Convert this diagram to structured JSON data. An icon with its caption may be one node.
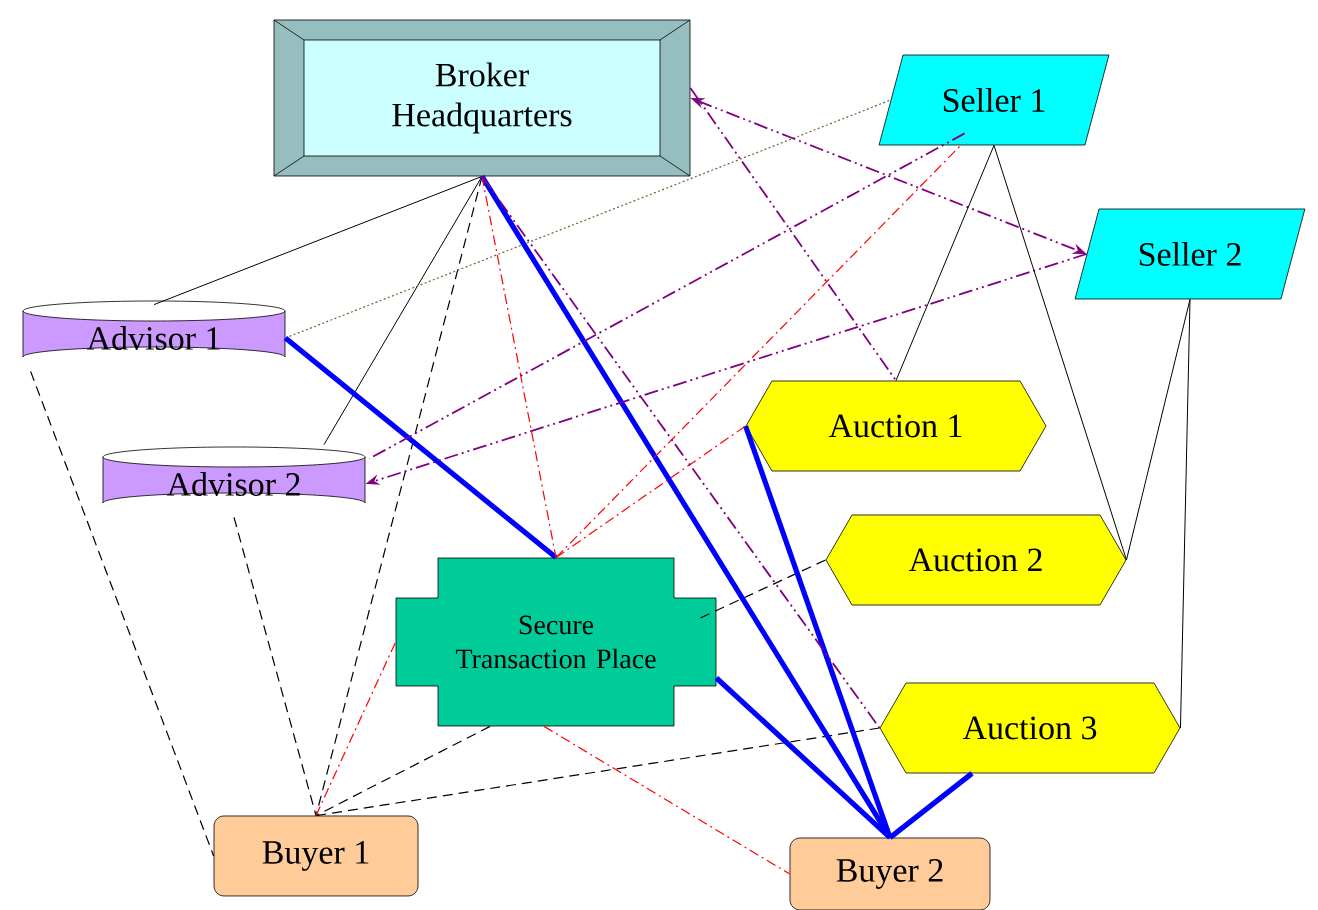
{
  "diagram": {
    "nodes": [
      {
        "text": [
          "Broker Headquarters"
        ]
      },
      {
        "text": [
          "Seller 1"
        ]
      },
      {
        "text": [
          "Seller 2"
        ]
      },
      {
        "text": [
          "Advisor 1"
        ]
      },
      {
        "text": [
          "Advisor 2"
        ]
      },
      {
        "text": [
          "Auction 1"
        ]
      },
      {
        "text": [
          "Auction 2"
        ]
      },
      {
        "text": [
          "Secure Transaction Place"
        ]
      },
      {
        "text": [
          "Auction 3"
        ]
      },
      {
        "text": [
          "Buyer 1"
        ]
      },
      {
        "text": [
          "Buyer 2"
        ]
      }
    ],
    "edges": [
      {
        "from": 0,
        "to": 3,
        "arrow": "none"
      },
      {
        "from": 0,
        "to": 4,
        "arrow": "none"
      },
      {
        "from": 0,
        "to": 9,
        "arrow": "none",
        "style": "dashed"
      },
      {
        "from": 3,
        "to": 9,
        "arrow": "none",
        "style": "dashed"
      },
      {
        "from": 4,
        "to": 9,
        "arrow": "none",
        "style": "dashed"
      },
      {
        "from": 7,
        "to": 9,
        "arrow": "none",
        "style": "dashed"
      },
      {
        "from": 8,
        "to": 9,
        "arrow": "none",
        "style": "dashed"
      },
      {
        "from": 7,
        "to": 6,
        "arrow": "none",
        "style": "dashed"
      },
      {
        "from": 3,
        "to": 1,
        "arrow": "none",
        "style": "dashed",
        "color": "#666633"
      },
      {
        "from": 3,
        "to": 7,
        "arrow": "none",
        "style": "thick",
        "color": "#0000ff"
      },
      {
        "from": 0,
        "to": 10,
        "arrow": "none",
        "style": "thick",
        "color": "#0000ff"
      },
      {
        "from": 5,
        "to": 10,
        "arrow": "none",
        "style": "thick",
        "color": "#0000ff"
      },
      {
        "from": 7,
        "to": 10,
        "arrow": "none",
        "style": "thick",
        "color": "#0000ff"
      },
      {
        "from": 8,
        "to": 10,
        "arrow": "none",
        "style": "thick",
        "color": "#0000ff"
      },
      {
        "from": 0,
        "to": 7,
        "arrow": "none",
        "style": "dashed",
        "color": "#ff0000"
      },
      {
        "from": 7,
        "to": 1,
        "arrow": "none",
        "style": "dashed",
        "color": "#ff0000"
      },
      {
        "from": 9,
        "to": 7,
        "arrow": "none",
        "style": "dashed",
        "color": "#ff0000"
      },
      {
        "from": 7,
        "to": 10,
        "arrow": "none",
        "style": "dashed",
        "color": "#ff0000"
      },
      {
        "from": 7,
        "to": 5,
        "arrow": "none",
        "style": "dashed",
        "color": "#ff0000"
      },
      {
        "from": 0,
        "to": 2,
        "arrow": "both",
        "style": "dashed",
        "color": "#800080"
      },
      {
        "from": 2,
        "to": 4,
        "arrow": "to",
        "style": "dashed",
        "color": "#800080"
      },
      {
        "from": 1,
        "to": 4,
        "arrow": "none",
        "style": "dashed",
        "color": "#800080"
      },
      {
        "from": 0,
        "to": 5,
        "arrow": "none",
        "style": "dashed",
        "color": "#800080"
      },
      {
        "from": 0,
        "to": 8,
        "arrow": "none",
        "style": "dashed",
        "color": "#800080"
      },
      {
        "from": 1,
        "to": 5,
        "arrow": "none"
      },
      {
        "from": 1,
        "to": 6,
        "arrow": "none"
      },
      {
        "from": 2,
        "to": 6,
        "arrow": "none"
      },
      {
        "from": 2,
        "to": 8,
        "arrow": "none"
      }
    ]
  }
}
